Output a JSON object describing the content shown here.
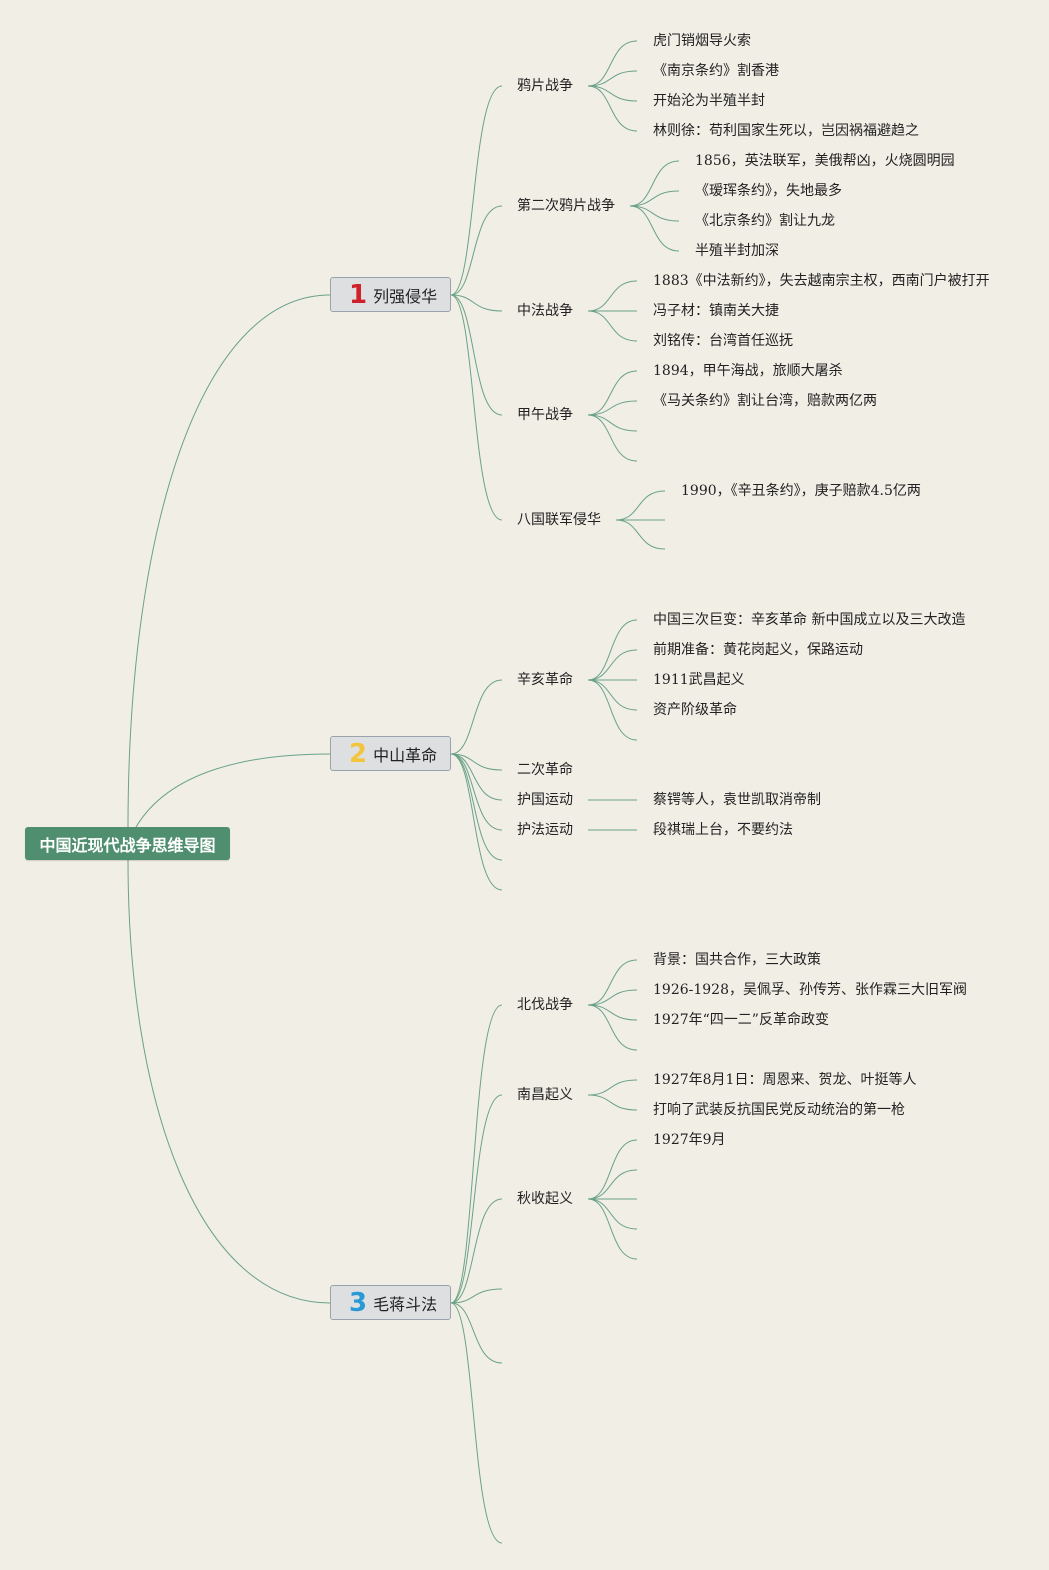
{
  "root": {
    "label": "中国近现代战争思维导图"
  },
  "topics": [
    {
      "number": "1",
      "number_color": "#d0202a",
      "label": "列强侵华",
      "subtopics": [
        {
          "label": "鸦片战争",
          "leaves": [
            "虎门销烟导火索",
            "《南京条约》割香港",
            "开始沦为半殖半封",
            "林则徐：苟利国家生死以，岂因祸福避趋之"
          ]
        },
        {
          "label": "第二次鸦片战争",
          "leaves": [
            "1856，英法联军，美俄帮凶，火烧圆明园",
            "《瑷珲条约》，失地最多",
            "《北京条约》割让九龙",
            "半殖半封加深"
          ]
        },
        {
          "label": "中法战争",
          "leaves": [
            "1883《中法新约》，失去越南宗主权，西南门户被打开",
            "冯子材：镇南关大捷",
            "刘铭传：台湾首任巡抚"
          ]
        },
        {
          "label": "甲午战争",
          "leaves": [
            "1894，甲午海战，旅顺大屠杀",
            "《马关条约》割让台湾，赔款两亿两",
            "",
            ""
          ]
        },
        {
          "label": "八国联军侵华",
          "leaves": [
            "1990，《辛丑条约》，庚子赔款4.5亿两",
            "",
            ""
          ]
        }
      ]
    },
    {
      "number": "2",
      "number_color": "#f2c53d",
      "label": "中山革命",
      "subtopics": [
        {
          "label": "辛亥革命",
          "leaves": [
            "中国三次巨变：辛亥革命 新中国成立以及三大改造",
            "前期准备：黄花岗起义，保路运动",
            "1911武昌起义",
            "资产阶级革命",
            ""
          ]
        },
        {
          "label": "二次革命",
          "leaves": []
        },
        {
          "label": "护国运动",
          "leaves": [
            "蔡锷等人，袁世凯取消帝制"
          ]
        },
        {
          "label": "护法运动",
          "leaves": [
            "段祺瑞上台，不要约法"
          ]
        },
        {
          "label": "",
          "leaves": []
        },
        {
          "label": "",
          "leaves": []
        }
      ]
    },
    {
      "number": "3",
      "number_color": "#2a9ad6",
      "label": "毛蒋斗法",
      "subtopics": [
        {
          "label": "北伐战争",
          "leaves": [
            "背景：国共合作，三大政策",
            "1926-1928，吴佩孚、孙传芳、张作霖三大旧军阀",
            "1927年“四一二”反革命政变",
            ""
          ]
        },
        {
          "label": "南昌起义",
          "leaves": [
            "1927年8月1日：周恩来、贺龙、叶挺等人",
            "打响了武装反抗国民党反动统治的第一枪"
          ]
        },
        {
          "label": "秋收起义",
          "leaves": [
            "1927年9月",
            "",
            "",
            "",
            ""
          ]
        },
        {
          "label": "",
          "leaves": []
        },
        {
          "label": "",
          "leaves": []
        },
        {
          "label": "",
          "leaves": []
        }
      ]
    }
  ]
}
